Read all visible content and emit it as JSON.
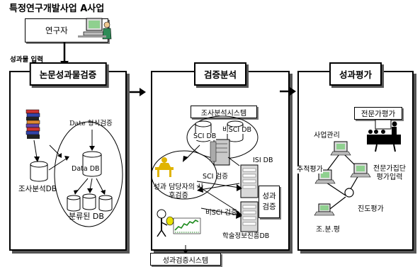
{
  "title": "특정연구개발사업 A사업",
  "researcher": "연구자",
  "submit_label": "성과물 입력",
  "panel1": {
    "title": "논문성과물검증",
    "date_check": "Date 형식검증",
    "survey_db": "조사분석DB",
    "data_db": "Data DB",
    "classified_db": "분류된 DB"
  },
  "panel2": {
    "title": "검증분석",
    "survey_system": "조사분석시스템",
    "sci_db": "SCI DB",
    "non_sci_db": "비SCI DB",
    "isi_db": "ISI DB",
    "manager_check": "성과 담당자의 사후검증",
    "sci_check": "SCI 검증",
    "non_sci_check": "비SCI 검증",
    "result_check": "성과 검증",
    "kisti_db": "학술정보진흥DB",
    "bottom_system": "성과검증시스템"
  },
  "panel3": {
    "title": "성과평가",
    "expert_eval": "전문가평가",
    "project_mgmt": "사업관리",
    "tracking_eval": "추적평가",
    "expert_group": "전문가집단 평가입력",
    "progress_eval": "진도평가",
    "review": "조.분.평"
  },
  "colors": {
    "monitor_screen": "#8fd08f",
    "server_face": "#c9c9c9",
    "person_yellow": "#e0b400",
    "chart_green": "#1c8a1c",
    "book_stack": [
      "#cc3333",
      "#3344aa",
      "#222222",
      "#dd8833",
      "#6644aa"
    ]
  }
}
